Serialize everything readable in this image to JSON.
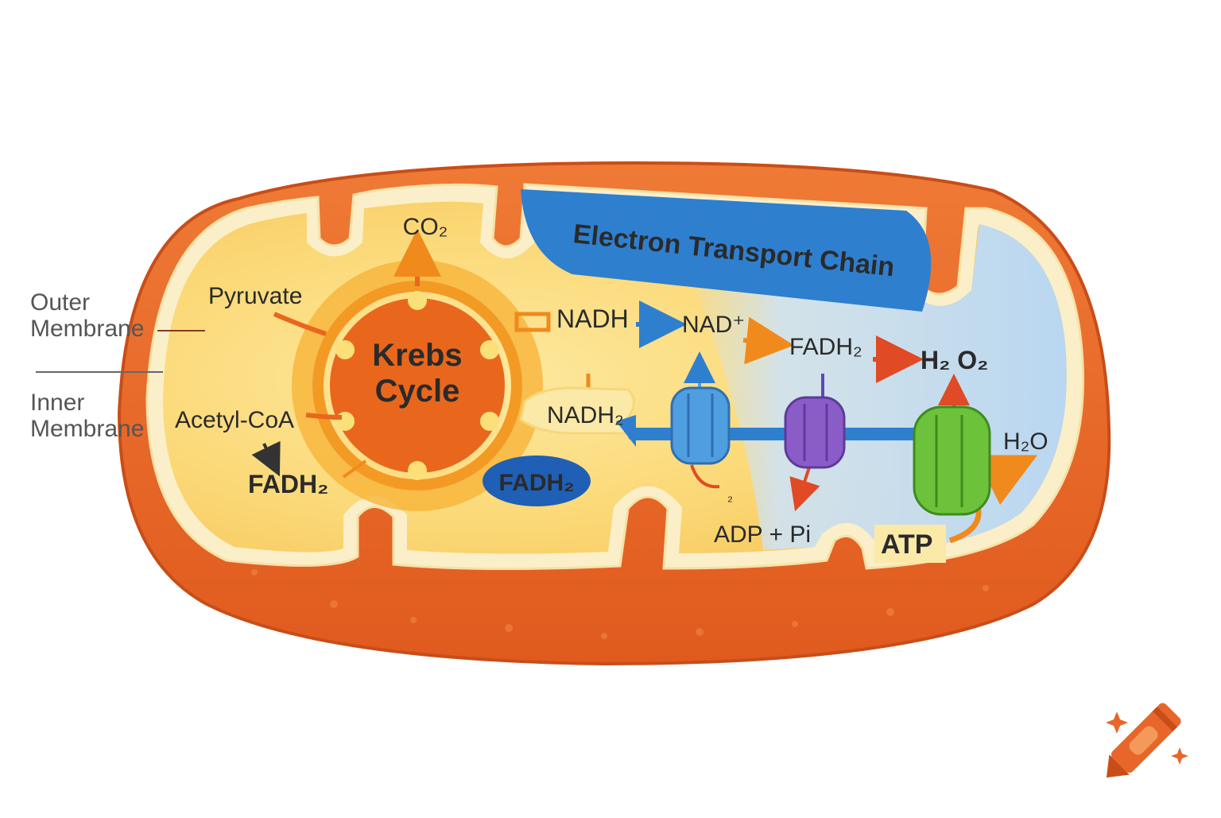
{
  "outer_label": [
    "Outer",
    "Membrane"
  ],
  "inner_label": [
    "Inner",
    "Membrane"
  ],
  "krebs": [
    "Krebs",
    "Cycle"
  ],
  "etc_title": "Electron Transport Chain",
  "labels": {
    "co2": "CO₂",
    "pyruvate": "Pyruvate",
    "acetyl_coa": "Acetyl-CoA",
    "fadh2_left": "FADH₂",
    "nadh_top": "NADH",
    "nad_plus": "NAD⁺",
    "fadh2_top": "FADH₂",
    "h2o2": "H₂ O₂",
    "nadh_mid": "NADH₂",
    "fadh2_blue": "FADH₂",
    "subscript_2": "₂",
    "adp_pi": "ADP + Pi",
    "atp": "ATP",
    "h2o": "H₂O"
  },
  "colors": {
    "outer_membrane": "#e8662a",
    "matrix": "#fbe07a",
    "etc_banner": "#2f7fcf",
    "complex_blue": "#4f9ee0",
    "complex_purple": "#8a5cc8",
    "atp_synthase": "#6cc23a",
    "arrow_orange": "#f08a1c",
    "arrow_red": "#e04a24"
  },
  "logo_icon": "crayon-icon"
}
